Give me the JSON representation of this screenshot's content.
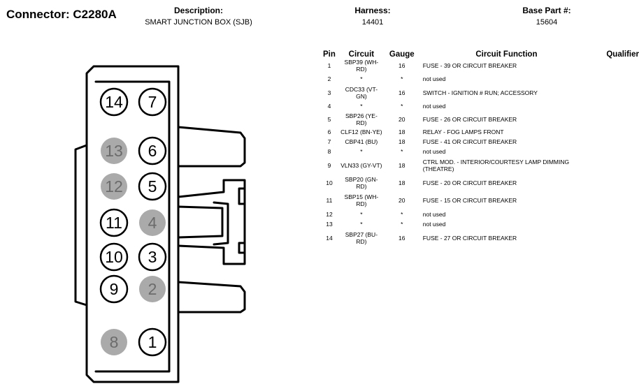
{
  "connector": {
    "label": "Connector: C2280A"
  },
  "header": {
    "description_label": "Description:",
    "description_value": "SMART JUNCTION BOX (SJB)",
    "harness_label": "Harness:",
    "harness_value": "14401",
    "base_part_label": "Base Part #:",
    "base_part_value": "15604"
  },
  "table": {
    "columns": [
      "Pin",
      "Circuit",
      "Gauge",
      "Circuit Function",
      "Qualifier"
    ],
    "rows": [
      {
        "pin": "1",
        "circuit": "SBP39 (WH-RD)",
        "gauge": "16",
        "function": "FUSE - 39 OR CIRCUIT BREAKER",
        "h": 20
      },
      {
        "pin": "2",
        "circuit": "*",
        "gauge": "*",
        "function": "not used",
        "h": 18
      },
      {
        "pin": "3",
        "circuit": "CDC33 (VT-GN)",
        "gauge": "16",
        "function": "SWITCH - IGNITION # RUN; ACCESSORY",
        "h": 22
      },
      {
        "pin": "4",
        "circuit": "*",
        "gauge": "*",
        "function": "not used",
        "h": 16
      },
      {
        "pin": "5",
        "circuit": "SBP26 (YE-RD)",
        "gauge": "20",
        "function": "FUSE - 26 OR CIRCUIT BREAKER",
        "h": 22
      },
      {
        "pin": "6",
        "circuit": "CLF12 (BN-YE)",
        "gauge": "18",
        "function": "RELAY - FOG LAMPS FRONT",
        "h": 14
      },
      {
        "pin": "7",
        "circuit": "CBP41 (BU)",
        "gauge": "18",
        "function": "FUSE - 41 OR CIRCUIT BREAKER",
        "h": 14
      },
      {
        "pin": "8",
        "circuit": "*",
        "gauge": "*",
        "function": "not used",
        "h": 14
      },
      {
        "pin": "9",
        "circuit": "VLN33 (GY-VT)",
        "gauge": "18",
        "function": "CTRL MOD. - INTERIOR/COURTESY LAMP DIMMING (THEATRE)",
        "h": 26
      },
      {
        "pin": "10",
        "circuit": "SBP20 (GN-RD)",
        "gauge": "18",
        "function": "FUSE - 20 OR CIRCUIT BREAKER",
        "h": 24
      },
      {
        "pin": "11",
        "circuit": "SBP15 (WH-RD)",
        "gauge": "20",
        "function": "FUSE - 15 OR CIRCUIT BREAKER",
        "h": 26
      },
      {
        "pin": "12",
        "circuit": "*",
        "gauge": "*",
        "function": "not used",
        "h": 14
      },
      {
        "pin": "13",
        "circuit": "*",
        "gauge": "*",
        "function": "not used",
        "h": 14
      },
      {
        "pin": "14",
        "circuit": "SBP27 (BU-RD)",
        "gauge": "16",
        "function": "FUSE - 27 OR CIRCUIT BREAKER",
        "h": 26
      }
    ]
  },
  "pins": [
    {
      "label": "14",
      "used": true
    },
    {
      "label": "7",
      "used": true
    },
    {
      "label": "13",
      "used": false
    },
    {
      "label": "6",
      "used": true
    },
    {
      "label": "12",
      "used": false
    },
    {
      "label": "5",
      "used": true
    },
    {
      "label": "11",
      "used": true
    },
    {
      "label": "4",
      "used": false
    },
    {
      "label": "10",
      "used": true
    },
    {
      "label": "3",
      "used": true
    },
    {
      "label": "9",
      "used": true
    },
    {
      "label": "2",
      "used": false
    },
    {
      "label": "8",
      "used": false
    },
    {
      "label": "1",
      "used": true
    }
  ],
  "colors": {
    "unused_pin": "#aaaaaa",
    "unused_text": "#6b6b6b",
    "outline": "#000000"
  }
}
